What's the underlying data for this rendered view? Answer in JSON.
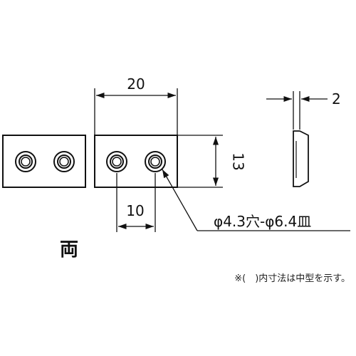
{
  "dimensions": {
    "width": "20",
    "hole_pitch": "10",
    "height": "13",
    "thickness": "2"
  },
  "callout": "φ4.3穴-φ6.4皿",
  "label": "両",
  "note": "※(　)内寸法は中型を示す。",
  "colors": {
    "line": "#111111"
  }
}
